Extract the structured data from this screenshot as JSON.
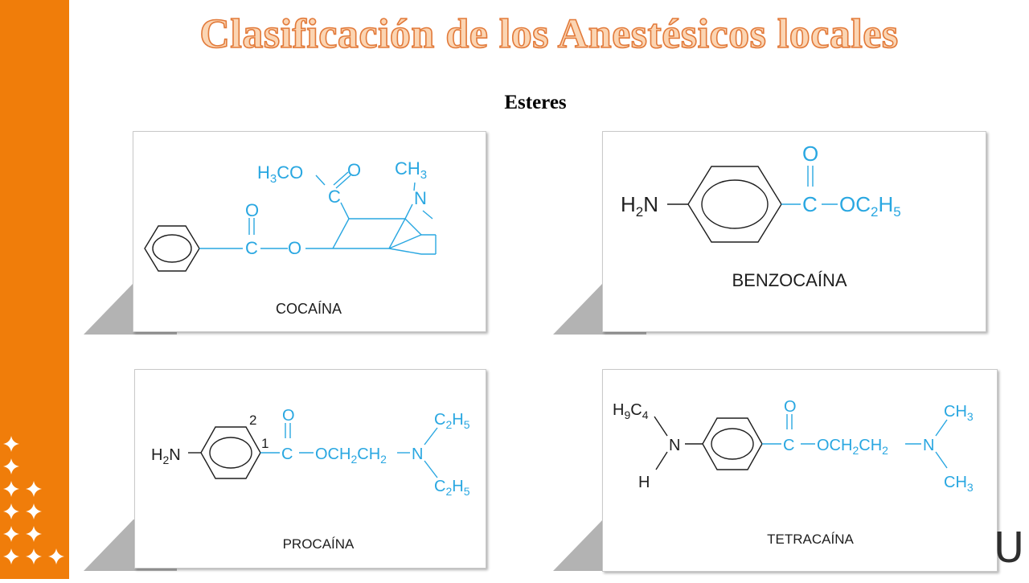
{
  "slide": {
    "title": "Clasificación de los Anestésicos locales",
    "subtitle": "Esteres",
    "corner_letter": "U"
  },
  "theme": {
    "accent": "#f07d0a",
    "molecule_blue": "#29a7e1",
    "molecule_black": "#1e1e1e",
    "title_fill": "#fbd5b3",
    "title_outline": "#e27a3a"
  },
  "decorations": {
    "star_icon": "four-point-star",
    "stars_per_row": [
      1,
      1,
      2,
      2,
      2,
      3
    ]
  },
  "molecules": {
    "cocaina": {
      "name": "COCAÍNA",
      "labels": {
        "carbonyl_o1": "O",
        "ester_c1": "C",
        "ester_o1": "O",
        "methyl_ester_o": "O",
        "ester_c2": "C",
        "ring_n": "N"
      },
      "methyl_ester": {
        "base": "H",
        "sub": "3",
        "rest": "CO"
      },
      "n_methyl": {
        "base": "CH",
        "sub": "3"
      }
    },
    "benzocaina": {
      "name": "BENZOCAÍNA",
      "amine": {
        "base": "H",
        "sub": "2",
        "rest": "N"
      },
      "labels": {
        "carbonyl_o": "O",
        "carbonyl_c": "C"
      },
      "ethyl_ester": {
        "a": "OC",
        "sub1": "2",
        "b": "H",
        "sub2": "5"
      }
    },
    "procaina": {
      "name": "PROCAÍNA",
      "amine": {
        "base": "H",
        "sub": "2",
        "rest": "N"
      },
      "ring_positions": {
        "pos1": "1",
        "pos2": "2"
      },
      "labels": {
        "carbonyl_o": "O",
        "carbonyl_c": "C",
        "amine_n": "N"
      },
      "chain": {
        "a": "OCH",
        "s1": "2",
        "b": "CH",
        "s2": "2"
      },
      "ethyl_top": {
        "a": "C",
        "s1": "2",
        "b": "H",
        "s2": "5"
      },
      "ethyl_bottom": {
        "a": "C",
        "s1": "2",
        "b": "H",
        "s2": "5"
      }
    },
    "tetracaina": {
      "name": "TETRACAÍNA",
      "butyl": {
        "a": "H",
        "s1": "9",
        "b": "C",
        "s2": "4"
      },
      "labels": {
        "amine_n": "N",
        "amine_h": "H",
        "carbonyl_o": "O",
        "carbonyl_c": "C",
        "terminal_n": "N"
      },
      "chain": {
        "a": "OCH",
        "s1": "2",
        "b": "CH",
        "s2": "2"
      },
      "methyl_top": {
        "base": "CH",
        "sub": "3"
      },
      "methyl_bottom": {
        "base": "CH",
        "sub": "3"
      }
    }
  }
}
